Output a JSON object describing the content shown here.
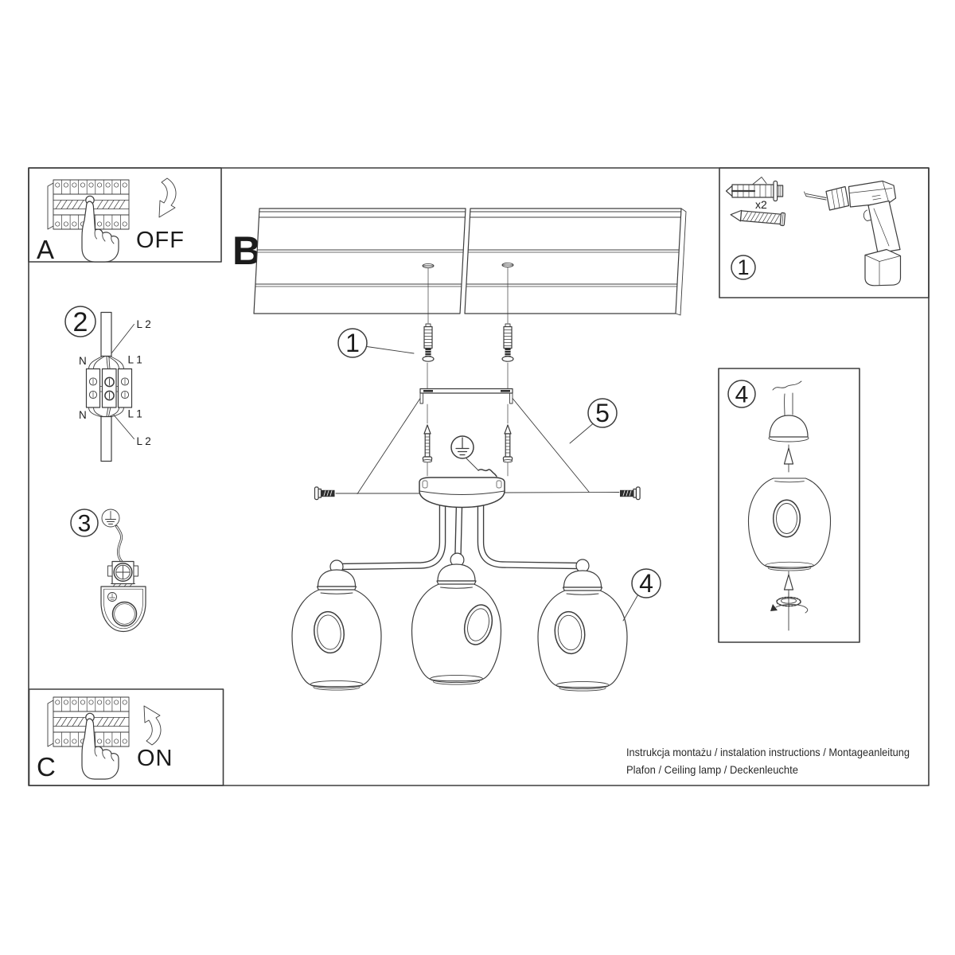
{
  "colors": {
    "line": "#3d3d3d",
    "text": "#1b1b1b",
    "background": "#ffffff"
  },
  "sections": {
    "step_a": {
      "letter": "A",
      "action": "OFF"
    },
    "step_b": {
      "letter": "B"
    },
    "step_c": {
      "letter": "C",
      "action": "ON"
    },
    "tools": {
      "callout": "1",
      "anchor_quantity": "x2"
    },
    "wiring": {
      "callout": "2",
      "labels": {
        "top_l2": "L 2",
        "top_n": "N",
        "top_l1": "L 1",
        "bottom_n": "N",
        "bottom_l1": "L 1",
        "bottom_l2": "L 2"
      }
    },
    "ground": {
      "callout": "3"
    },
    "shade_detail": {
      "callout": "4"
    },
    "assembly": {
      "anchor_callout": "1",
      "canopy_callout": "5",
      "shade_callout": "4"
    }
  },
  "footer": {
    "line1": "Instrukcja montażu / instalation instructions / Montageanleitung",
    "line2": "Plafon / Ceiling lamp / Deckenleuchte"
  }
}
